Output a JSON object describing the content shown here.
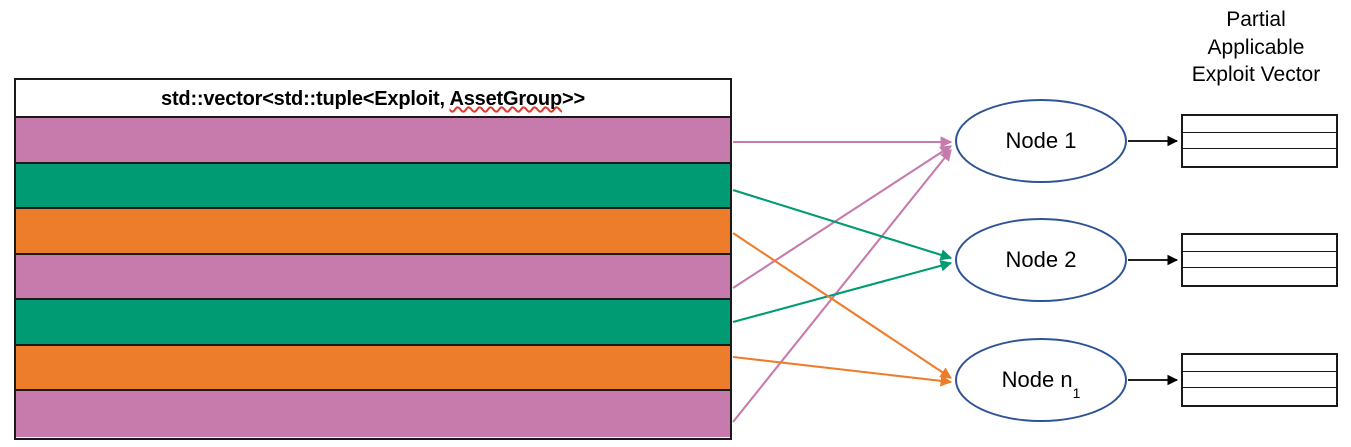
{
  "diagram": {
    "title_text": "std::vector<std::tuple<Exploit, AssetGroup>>",
    "header_prefix": "std::vector<std::tuple<Exploit, ",
    "header_misspelled": "AssetGroup",
    "header_suffix": ">>",
    "right_label_lines": [
      "Partial",
      "Applicable",
      "Exploit Vector"
    ],
    "right_label_text": "Partial Applicable Exploit Vector"
  },
  "colors": {
    "pink": "#C77AAC",
    "green": "#009B72",
    "orange": "#ED7D2B",
    "node_border": "#2F5496",
    "outline": "#1a1a1a",
    "spell_underline": "#e03a2f",
    "background": "#ffffff"
  },
  "vector_rows": [
    {
      "index": 1,
      "color": "#C77AAC",
      "group": "pink",
      "target": "Node 1"
    },
    {
      "index": 2,
      "color": "#009B72",
      "group": "green",
      "target": "Node 2"
    },
    {
      "index": 3,
      "color": "#ED7D2B",
      "group": "orange",
      "target": "Node n1"
    },
    {
      "index": 4,
      "color": "#C77AAC",
      "group": "pink",
      "target": "Node 1"
    },
    {
      "index": 5,
      "color": "#009B72",
      "group": "green",
      "target": "Node 2"
    },
    {
      "index": 6,
      "color": "#ED7D2B",
      "group": "orange",
      "target": "Node n1"
    },
    {
      "index": 7,
      "color": "#C77AAC",
      "group": "pink",
      "target": "Node 1"
    }
  ],
  "nodes": [
    {
      "id": "node-1",
      "label": "Node 1",
      "base": "Node 1",
      "sub": ""
    },
    {
      "id": "node-2",
      "label": "Node 2",
      "base": "Node 2",
      "sub": ""
    },
    {
      "id": "node-n1",
      "label": "Node n1",
      "base": "Node n",
      "sub": "1"
    }
  ],
  "output_vectors": [
    {
      "id": "out-1",
      "rows": 3,
      "for_node": "Node 1"
    },
    {
      "id": "out-2",
      "rows": 3,
      "for_node": "Node 2"
    },
    {
      "id": "out-3",
      "rows": 3,
      "for_node": "Node n1"
    }
  ]
}
